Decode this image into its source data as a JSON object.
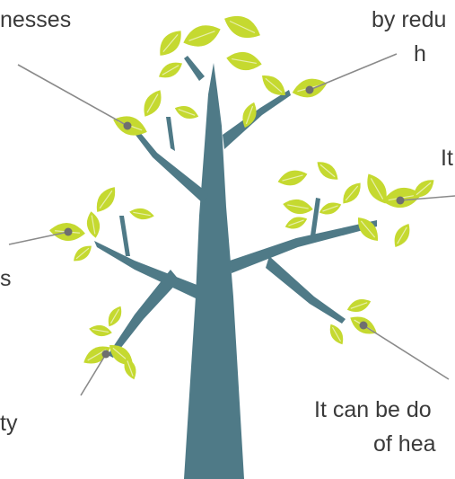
{
  "colors": {
    "trunk": "#4f7a87",
    "leaf": "#c5d930",
    "leaf_vein": "#ffffff",
    "pointer_line": "#8a8a8a",
    "pointer_dot": "#6f6f6f",
    "text": "#3a3a3a"
  },
  "labels": {
    "top_left": "nesses",
    "top_right_1": "by redu",
    "top_right_2": "h",
    "right": "It",
    "left": "s",
    "bottom_left": "ty",
    "bottom_right_1": "It can be do",
    "bottom_right_2": "of hea"
  }
}
